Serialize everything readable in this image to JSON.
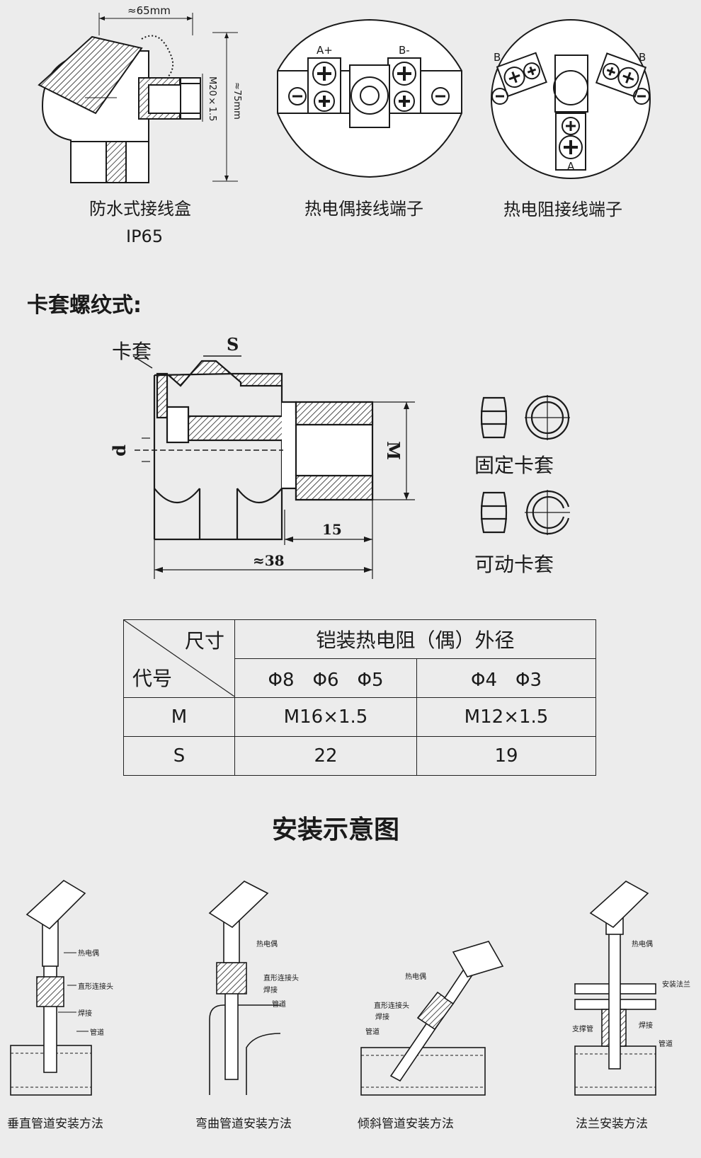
{
  "top": {
    "dim_width": "≈65mm",
    "dim_thread": "M20×1.5",
    "dim_height": "≈75mm",
    "box_label": "防水式接线盒",
    "box_rating": "IP65",
    "tc_plus": "A+",
    "tc_minus": "B-",
    "tc_label": "热电偶接线端子",
    "rtd_b1": "B",
    "rtd_b2": "B",
    "rtd_a": "A",
    "rtd_label": "热电阻接线端子"
  },
  "ferrule": {
    "heading": "卡套螺纹式:",
    "label_ferrule": "卡套",
    "label_s": "S",
    "label_d": "d",
    "label_m": "M",
    "dim_15": "15",
    "dim_38": "≈38",
    "fixed_label": "固定卡套",
    "movable_label": "可动卡套"
  },
  "table": {
    "header_size": "尺寸",
    "header_code": "代号",
    "header_outer": "铠装热电阻（偶）外径",
    "group1": "Φ8　Φ6　Φ5",
    "group2": "Φ4　Φ3",
    "rows": [
      {
        "code": "M",
        "v1": "M16×1.5",
        "v2": "M12×1.5"
      },
      {
        "code": "S",
        "v1": "22",
        "v2": "19"
      }
    ]
  },
  "install": {
    "title": "安装示意图",
    "methods": [
      {
        "caption": "垂直管道安装方法",
        "labels": [
          "热电偶",
          "直形连接头",
          "焊接",
          "管道"
        ]
      },
      {
        "caption": "弯曲管道安装方法",
        "labels": [
          "热电偶",
          "直形连接头",
          "焊接",
          "管道"
        ]
      },
      {
        "caption": "倾斜管道安装方法",
        "labels": [
          "热电偶",
          "直形连接头",
          "焊接",
          "管道"
        ]
      },
      {
        "caption": "法兰安装方法",
        "labels": [
          "热电偶",
          "安装法兰",
          "支撑管",
          "焊接",
          "管道"
        ]
      }
    ]
  }
}
